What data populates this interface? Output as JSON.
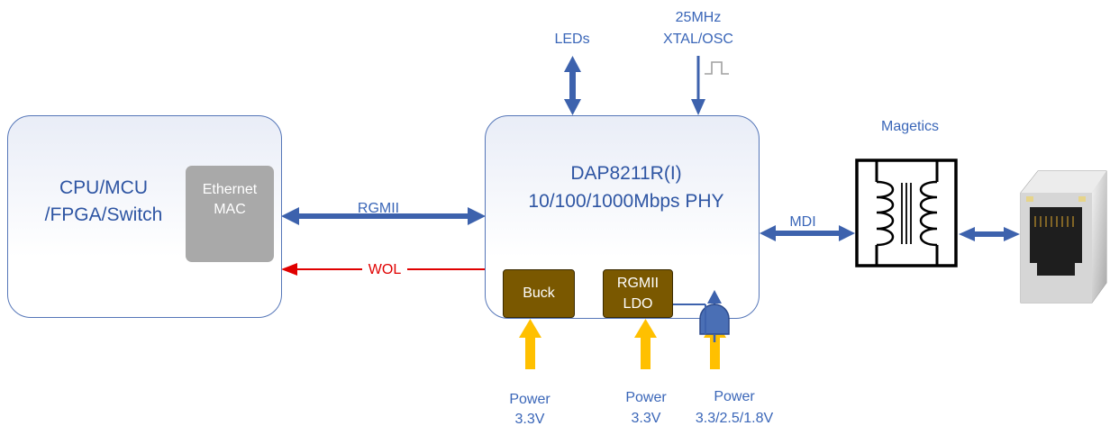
{
  "host": {
    "line1": "CPU/MCU",
    "line2": "/FPGA/Switch",
    "mac_line1": "Ethernet",
    "mac_line2": "MAC"
  },
  "phy": {
    "line1": "DAP8211R(I)",
    "line2": "10/100/1000Mbps PHY"
  },
  "blocks": {
    "buck": "Buck",
    "ldo_line1": "RGMII",
    "ldo_line2": "LDO"
  },
  "links": {
    "rgmii": "RGMII",
    "wol": "WOL",
    "mdi": "MDI"
  },
  "top": {
    "leds": "LEDs",
    "osc_line1": "25MHz",
    "osc_line2": "XTAL/OSC"
  },
  "magnetics": {
    "label": "Magetics"
  },
  "power": [
    {
      "line1": "Power",
      "line2": "3.3V"
    },
    {
      "line1": "Power",
      "line2": "3.3V"
    },
    {
      "line1": "Power",
      "line2": "3.3/2.5/1.8V"
    }
  ],
  "colors": {
    "blue_arrow": "#3d62ad",
    "red_arrow": "#e00000",
    "power_arrow": "#ffc000",
    "block_brown": "#7a5800",
    "mac_gray": "#a9a9a9"
  }
}
